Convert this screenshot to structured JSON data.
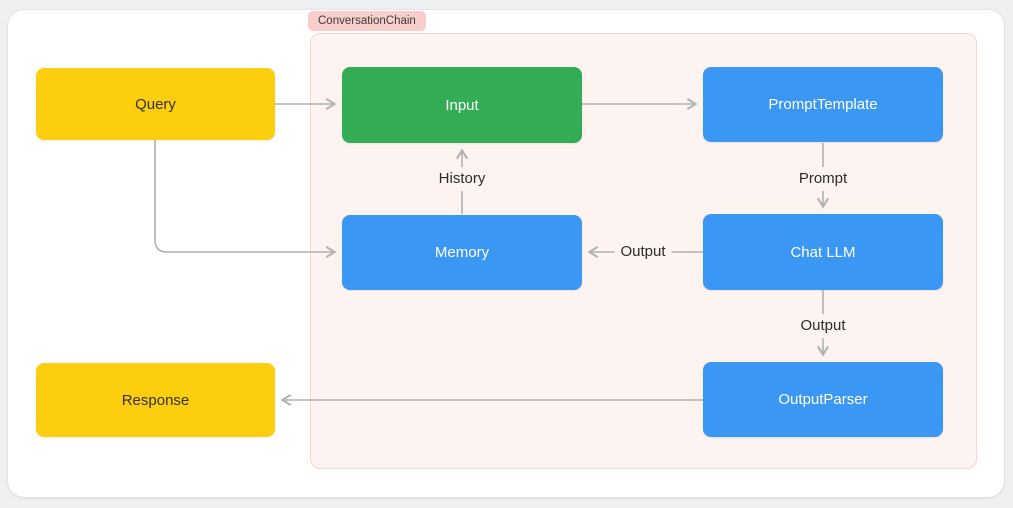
{
  "diagram": {
    "badge": "ConversationChain",
    "nodes": {
      "query": {
        "label": "Query"
      },
      "input": {
        "label": "Input"
      },
      "prompt_template": {
        "label": "PromptTemplate"
      },
      "memory": {
        "label": "Memory"
      },
      "chat_llm": {
        "label": "Chat LLM"
      },
      "output_parser": {
        "label": "OutputParser"
      },
      "response": {
        "label": "Response"
      }
    },
    "edges": {
      "query_to_input": {
        "from": "Query",
        "to": "Input",
        "label": ""
      },
      "input_to_prompt_template": {
        "from": "Input",
        "to": "PromptTemplate",
        "label": ""
      },
      "prompt_template_to_chat_llm": {
        "from": "PromptTemplate",
        "to": "Chat LLM",
        "label": "Prompt"
      },
      "chat_llm_to_memory": {
        "from": "Chat LLM",
        "to": "Memory",
        "label": "Output"
      },
      "memory_to_input": {
        "from": "Memory",
        "to": "Input",
        "label": "History"
      },
      "chat_llm_to_output_parser": {
        "from": "Chat LLM",
        "to": "OutputParser",
        "label": "Output"
      },
      "output_parser_to_response": {
        "from": "OutputParser",
        "to": "Response",
        "label": ""
      },
      "query_to_memory": {
        "from": "Query",
        "to": "Memory",
        "label": ""
      }
    },
    "colors": {
      "yellow": "#fcce0d",
      "green": "#34ab55",
      "blue": "#3b97f4",
      "container_bg": "#fdf4f1",
      "container_border": "#f4d6d2",
      "badge_bg": "#f8cecb",
      "arrow": "#b1b1b1"
    }
  }
}
